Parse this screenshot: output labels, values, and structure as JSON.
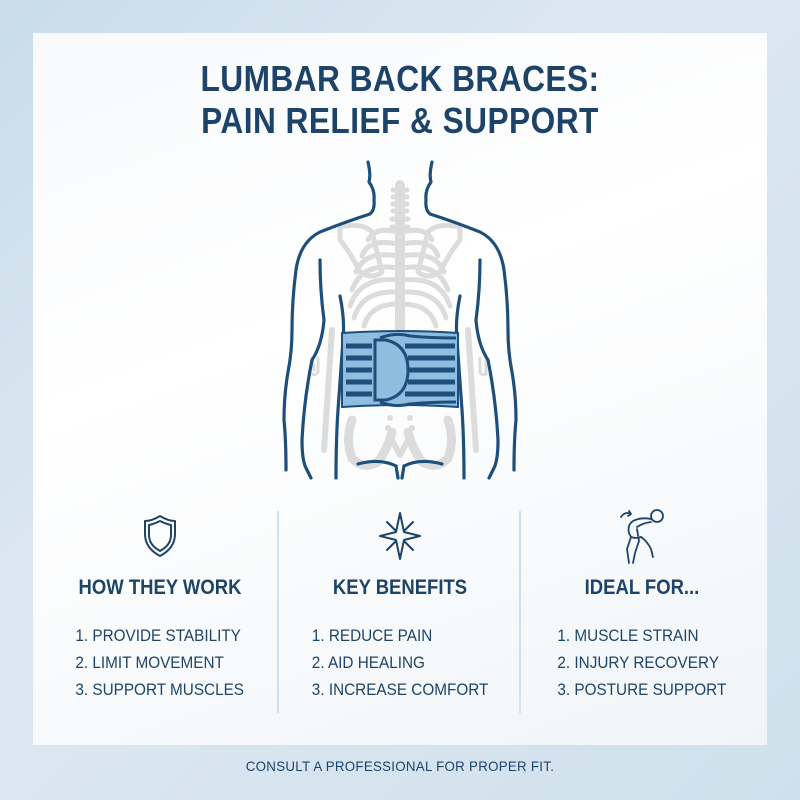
{
  "title": {
    "line1": "LUMBAR BACK BRACES:",
    "line2": "PAIN RELIEF & SUPPORT"
  },
  "illustration": {
    "subject": "human back with skeleton and lumbar brace",
    "colors": {
      "outline": "#1d4f7a",
      "skeleton": "#dcdcdc",
      "brace_fill": "#8fbde0",
      "brace_stripes": "#1d4f7a"
    }
  },
  "columns": [
    {
      "icon": "shield-icon",
      "heading": "HOW THEY WORK",
      "items": [
        "1. PROVIDE STABILITY",
        "2. LIMIT MOVEMENT",
        "3. SUPPORT MUSCLES"
      ]
    },
    {
      "icon": "sparkle-star-icon",
      "heading": "KEY BENEFITS",
      "items": [
        "1. REDUCE PAIN",
        "2. AID HEALING",
        "3. INCREASE COMFORT"
      ]
    },
    {
      "icon": "back-pain-person-icon",
      "heading": "IDEAL FOR...",
      "items": [
        "1. MUSCLE STRAIN",
        "2. INJURY RECOVERY",
        "3. POSTURE SUPPORT"
      ]
    }
  ],
  "footer": {
    "note": "CONSULT A PROFESSIONAL FOR PROPER FIT."
  },
  "colors": {
    "text": "#1d4468",
    "background": "#cfe0ec",
    "panel": "#f7f9fb",
    "divider": "#cfe1ee"
  }
}
